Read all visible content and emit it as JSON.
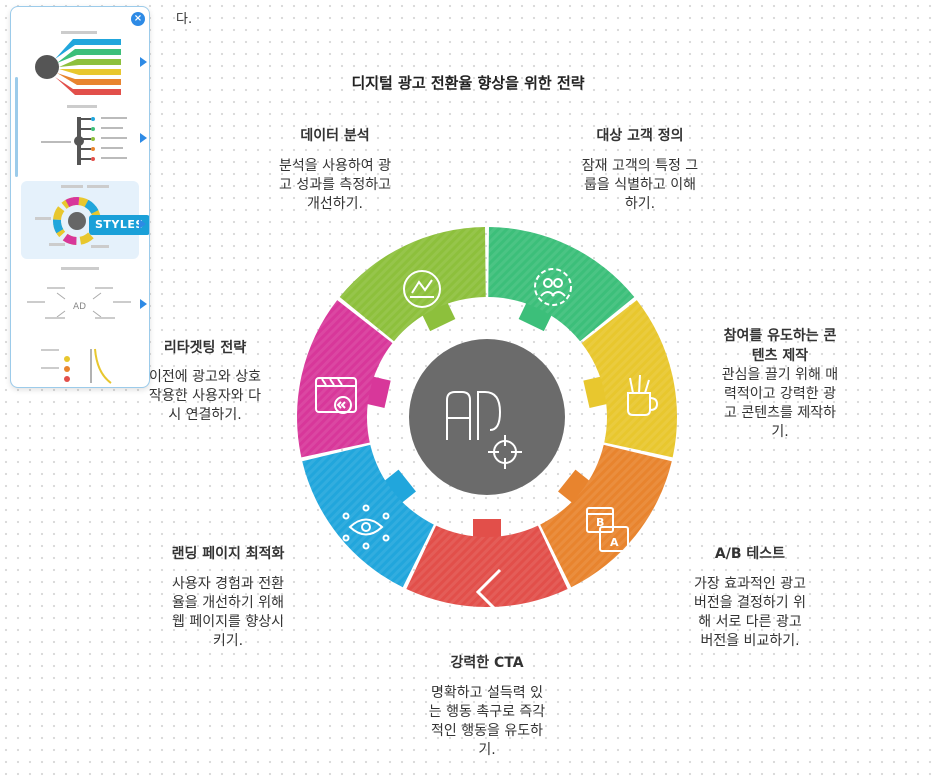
{
  "top_fragment": "다.",
  "title": "디지털 광고 전환율 향상을 위한 전략",
  "center_label": "AD",
  "steps": [
    {
      "title": "데이터 분석",
      "desc": [
        "분석을 사용하여 광",
        "고 성과를 측정하고",
        "개선하기."
      ],
      "color": "#8dc03c",
      "icon": "chart-icon"
    },
    {
      "title": "대상 고객 정의",
      "desc": [
        "잠재 고객의 특정 그",
        "룹을 식별하고 이해",
        "하기."
      ],
      "color": "#3cbf7a",
      "icon": "audience-icon"
    },
    {
      "title": "참여를 유도하는 콘",
      "title2": "텐츠 제작",
      "desc": [
        "관심을 끌기 위해 매",
        "력적이고 강력한 광",
        "고 콘텐츠를 제작하",
        "기."
      ],
      "color": "#e8c72e",
      "icon": "brush-cup-icon"
    },
    {
      "title": "A/B 테스트",
      "desc": [
        "가장 효과적인 광고",
        "버전을 결정하기 위",
        "해 서로 다른 광고",
        "버전을 비교하기."
      ],
      "color": "#e8842e",
      "icon": "ab-test-icon"
    },
    {
      "title": "강력한 CTA",
      "desc": [
        "명확하고 설득력 있",
        "는 행동 촉구로 즉각",
        "적인 행동을 유도하",
        "기."
      ],
      "color": "#e24f4a",
      "icon": "chevron-left-icon"
    },
    {
      "title": "랜딩 페이지 최적화",
      "desc": [
        "사용자 경험과 전환",
        "율을 개선하기 위해",
        "웹 페이지를 향상시",
        "키기."
      ],
      "color": "#21a6dc",
      "icon": "eye-network-icon"
    },
    {
      "title": "리타겟팅 전략",
      "desc": [
        "이전에 광고와 상호",
        "작용한 사용자와 다",
        "시 연결하기."
      ],
      "color": "#d8379a",
      "icon": "retarget-browser-icon"
    }
  ],
  "panel": {
    "close_label": "×",
    "styles_label": "STYLES"
  }
}
